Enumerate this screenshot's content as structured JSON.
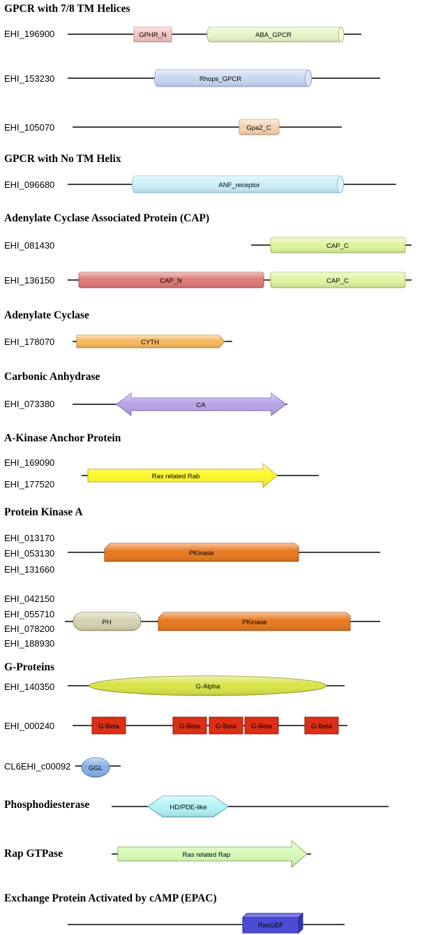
{
  "sections": {
    "gpcr_7tm": "GPCR with 7/8 TM Helices",
    "gpcr_notm": "GPCR with No TM Helix",
    "cap": "Adenylate Cyclase Associated Protein (CAP)",
    "adenylate_cyclase": "Adenylate Cyclase",
    "carbonic_anhydrase": "Carbonic Anhydrase",
    "akap": "A-Kinase Anchor Protein",
    "pka": "Protein Kinase A",
    "g_proteins": "G-Proteins",
    "phosphodiesterase": "Phosphodiesterase",
    "rap_gtpase": "Rap GTPase",
    "epac": "Exchange Protein Activated by cAMP (EPAC)"
  },
  "accessions": {
    "ehi_196900": "EHI_196900",
    "ehi_153230": "EHI_153230",
    "ehi_105070": "EHI_105070",
    "ehi_096680": "EHI_096680",
    "ehi_081430": "EHI_081430",
    "ehi_136150": "EHI_136150",
    "ehi_178070": "EHI_178070",
    "ehi_073380": "EHI_073380",
    "ehi_169090": "EHI_169090",
    "ehi_177520": "EHI_177520",
    "ehi_013170": "EHI_013170",
    "ehi_053130": "EHI_053130",
    "ehi_131660": "EHI_131660",
    "ehi_042150": "EHI_042150",
    "ehi_055710": "EHI_055710",
    "ehi_078200": "EHI_078200",
    "ehi_188930": "EHI_188930",
    "ehi_140350": "EHI_140350",
    "ehi_000240": "EHI_000240",
    "cl6ehi_c00092": "CL6EHI_c00092"
  },
  "domains": {
    "gphr_n": "GPHR_N",
    "aba_gpcr": "ABA_GPCR",
    "rhops_gpcr": "Rhops_GPCR",
    "gpa2_c": "Gpa2_C",
    "anf_receptor": "ANF_receptor",
    "cap_c_1": "CAP_C",
    "cap_n": "CAP_N",
    "cap_c_2": "CAP_C",
    "cyth": "CYTH",
    "ca": "CA",
    "ras_related_rab": "Ras related Rab",
    "pkinase_1": "PKinase",
    "ph": "PH",
    "pkinase_2": "PKinase",
    "g_alpha": "G-Alpha",
    "g_beta_1": "G-Beta",
    "g_beta_2": "G-Beta",
    "g_beta_3": "G-Beta",
    "g_beta_4": "G-Beta",
    "g_beta_5": "G-Beta",
    "ggl": "GGL",
    "hd_pde_like": "HD/PDE-like",
    "ras_related_rap": "Ras related Rap",
    "rasgef": "RasGEF"
  },
  "colors": {
    "pink": "#f3c4c2",
    "lime_light": "#e8f5c8",
    "blue_light": "#c9d8f3",
    "peach": "#f7d2b4",
    "sky": "#cdeefa",
    "lime": "#dff4a0",
    "salmon": "#e07a78",
    "orange_light": "#f6b860",
    "lavender": "#b9a3e6",
    "yellow": "#fbf72a",
    "orange": "#e8781f",
    "khaki": "#d7d2b2",
    "yellow_green": "#d9e346",
    "red": "#dd2e16",
    "blue_med": "#86aee6",
    "cyan": "#b3f2f6",
    "green_light": "#d8f8b8",
    "indigo": "#4b4bd4"
  }
}
